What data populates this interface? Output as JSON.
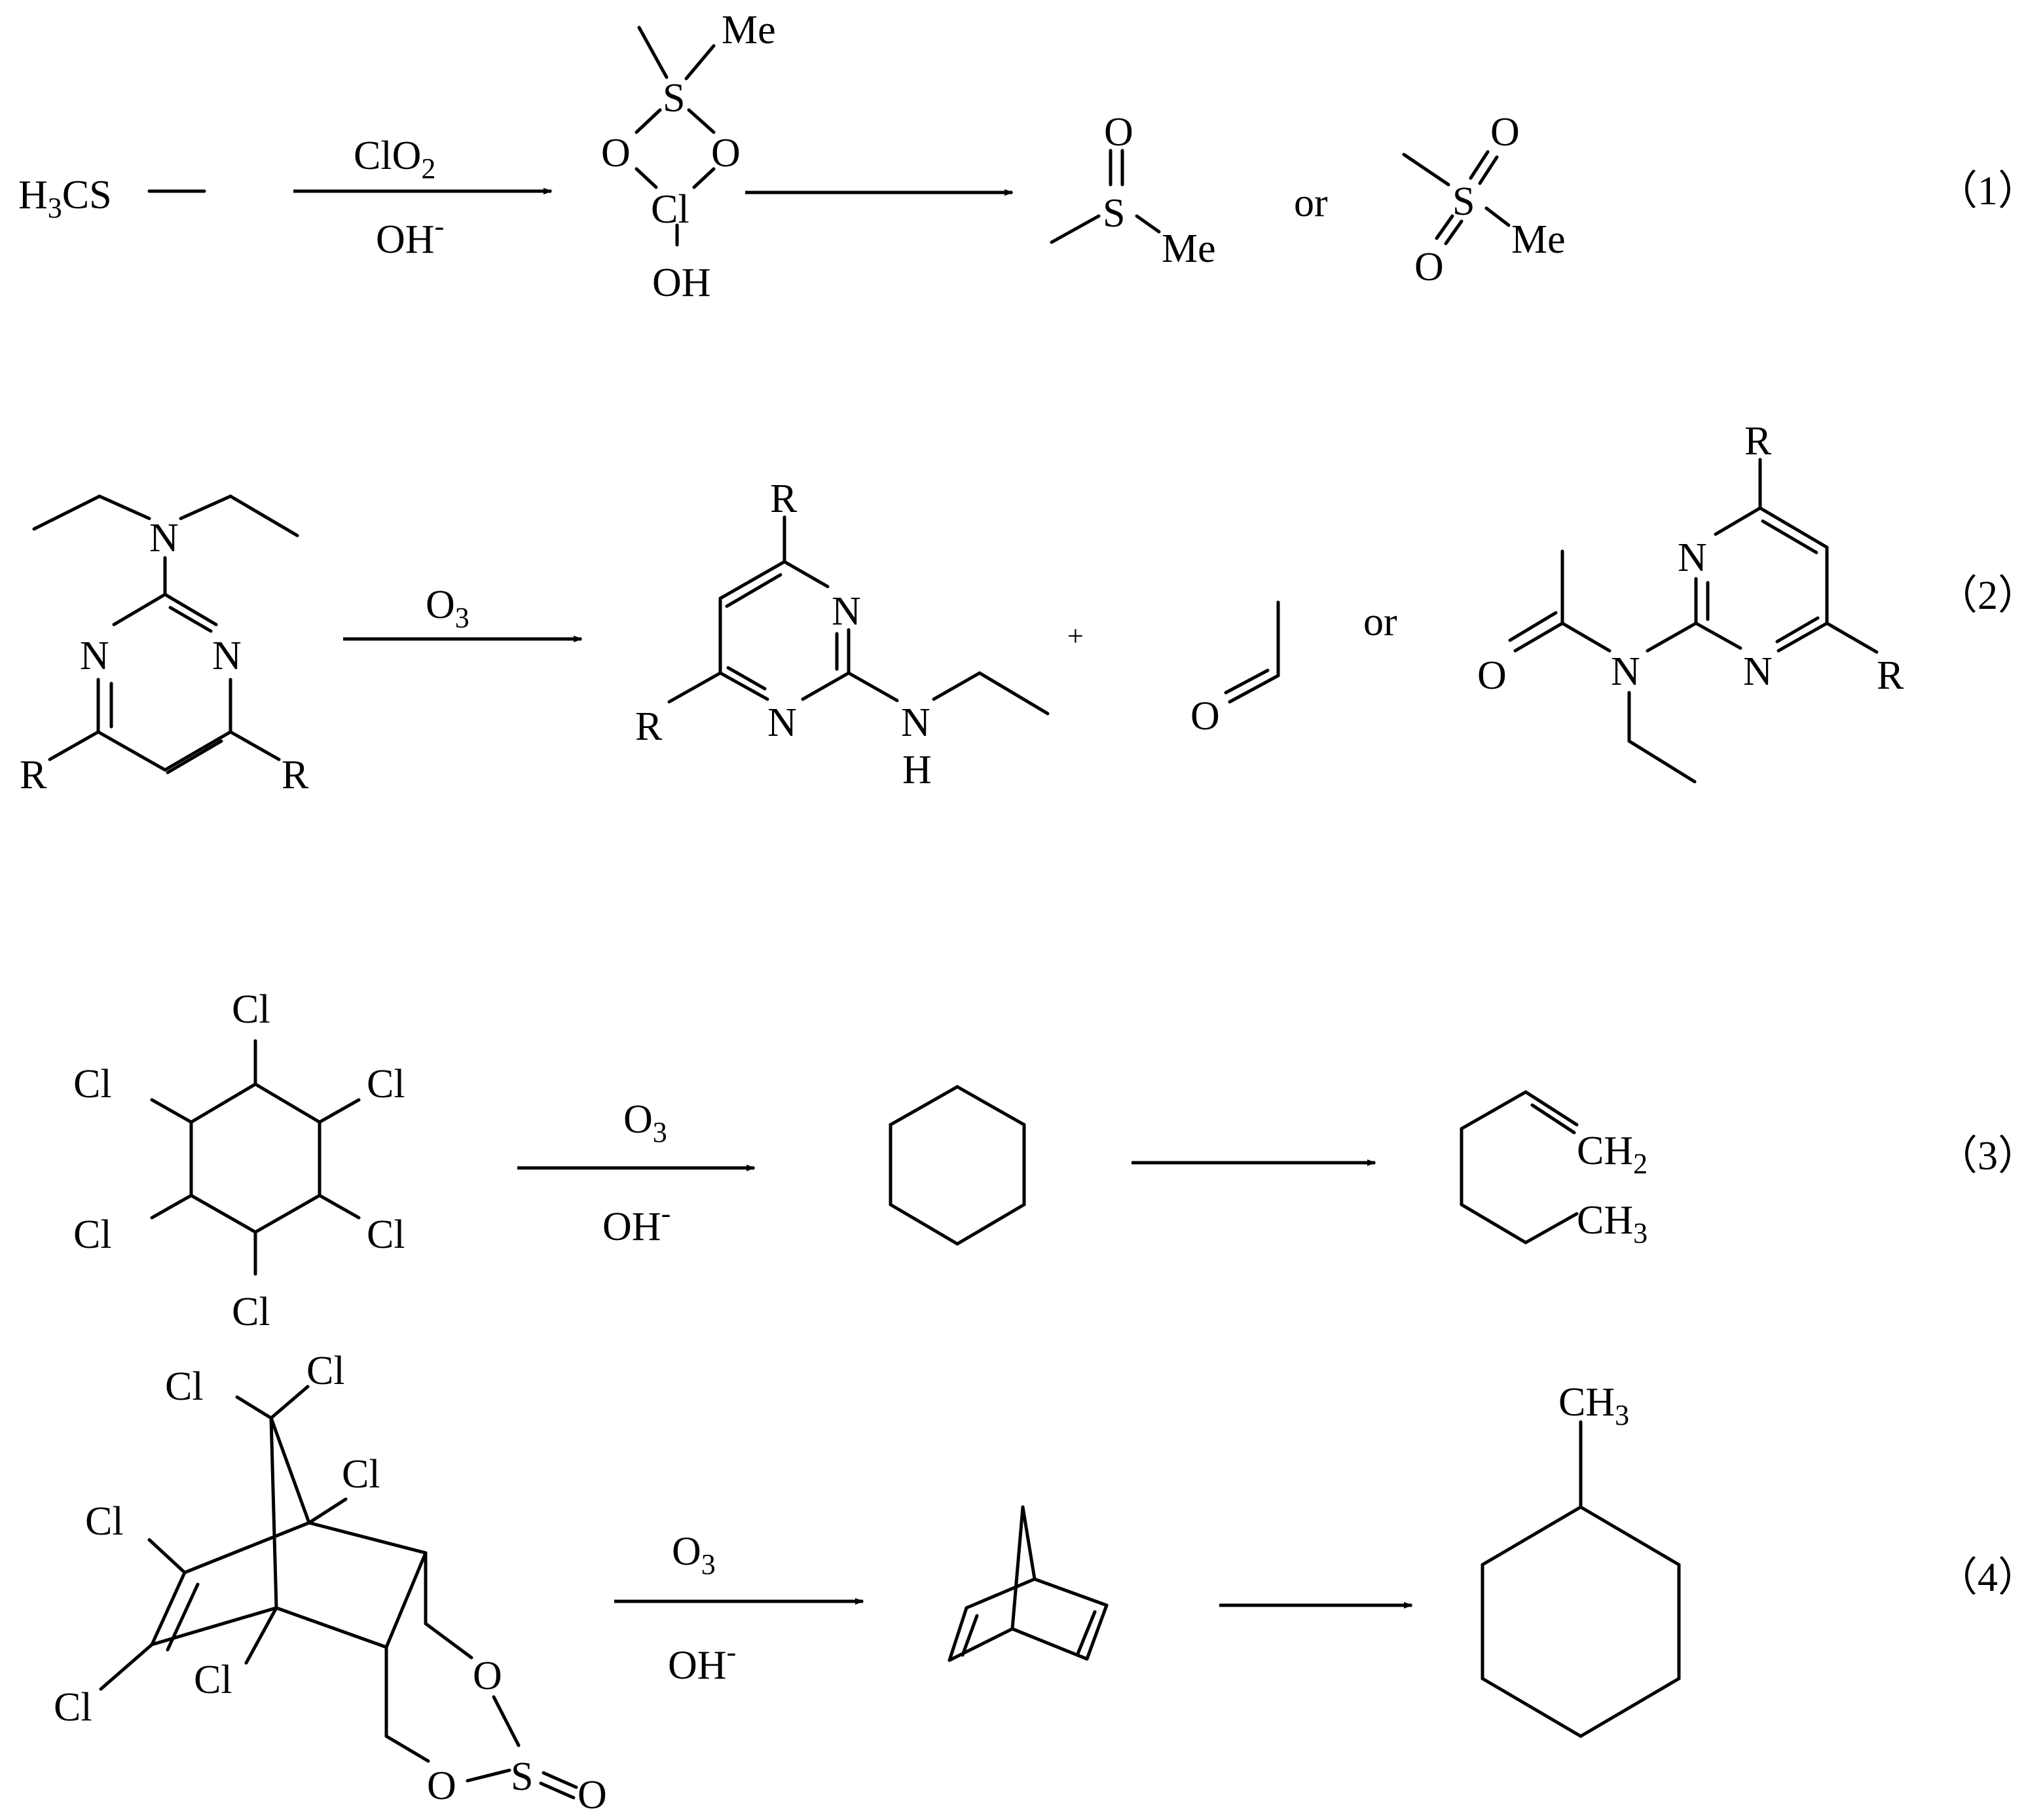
{
  "scheme": {
    "reactions": [
      {
        "number": "（1）",
        "reactant": {
          "text": "H",
          "sub": "3",
          "text2": "CS"
        },
        "reagent_top": {
          "text": "ClO",
          "sub": "2"
        },
        "reagent_bottom": {
          "text": "OH",
          "sup": "-"
        },
        "intermediate": {
          "me": "Me",
          "s": "S",
          "o1": "O",
          "o2": "O",
          "cl": "Cl",
          "oh": "OH"
        },
        "product_a": {
          "o": "O",
          "s": "S",
          "me": "Me"
        },
        "connector": "or",
        "product_b": {
          "o1": "O",
          "o2": "O",
          "s": "S",
          "me": "Me"
        }
      },
      {
        "number": "（2）",
        "reactant": {
          "n_amine": "N",
          "n_left": "N",
          "n_right": "N",
          "r_left": "R",
          "r_right": "R"
        },
        "reagent_top": {
          "text": "O",
          "sub": "3"
        },
        "product_a": {
          "r_top": "R",
          "n_top": "N",
          "n_bottom": "N",
          "r_left": "R",
          "nh_n": "N",
          "nh_h": "H"
        },
        "plus": "+",
        "product_b": {
          "o": "O"
        },
        "connector": "or",
        "product_c": {
          "r_top": "R",
          "n_top": "N",
          "n_amide": "N",
          "o": "O",
          "n_bottom": "N",
          "r_right": "R"
        }
      },
      {
        "number": "（3）",
        "reactant": {
          "cl1": "Cl",
          "cl2": "Cl",
          "cl3": "Cl",
          "cl4": "Cl",
          "cl5": "Cl",
          "cl6": "Cl"
        },
        "reagent_top": {
          "text": "O",
          "sub": "3"
        },
        "reagent_bottom": {
          "text": "OH",
          "sup": "-"
        },
        "product": {
          "ch2": "CH",
          "ch2_sub": "2",
          "ch3": "CH",
          "ch3_sub": "3"
        }
      },
      {
        "number": "（4）",
        "reactant": {
          "cl1": "Cl",
          "cl2": "Cl",
          "cl3": "Cl",
          "cl4": "Cl",
          "cl5": "Cl",
          "cl6": "Cl",
          "o1": "O",
          "o2": "O",
          "s": "S",
          "o3": "O"
        },
        "reagent_top": {
          "text": "O",
          "sub": "3"
        },
        "reagent_bottom": {
          "text": "OH",
          "sup": "-"
        },
        "product": {
          "ch3": "CH",
          "ch3_sub": "3"
        }
      }
    ]
  }
}
